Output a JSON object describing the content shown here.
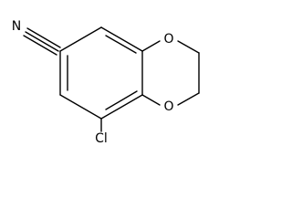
{
  "molecule": {
    "atoms": {
      "nitrile_n": "N",
      "ring_o_top": "O",
      "ring_o_bottom": "O",
      "chlorine": "Cl"
    }
  }
}
